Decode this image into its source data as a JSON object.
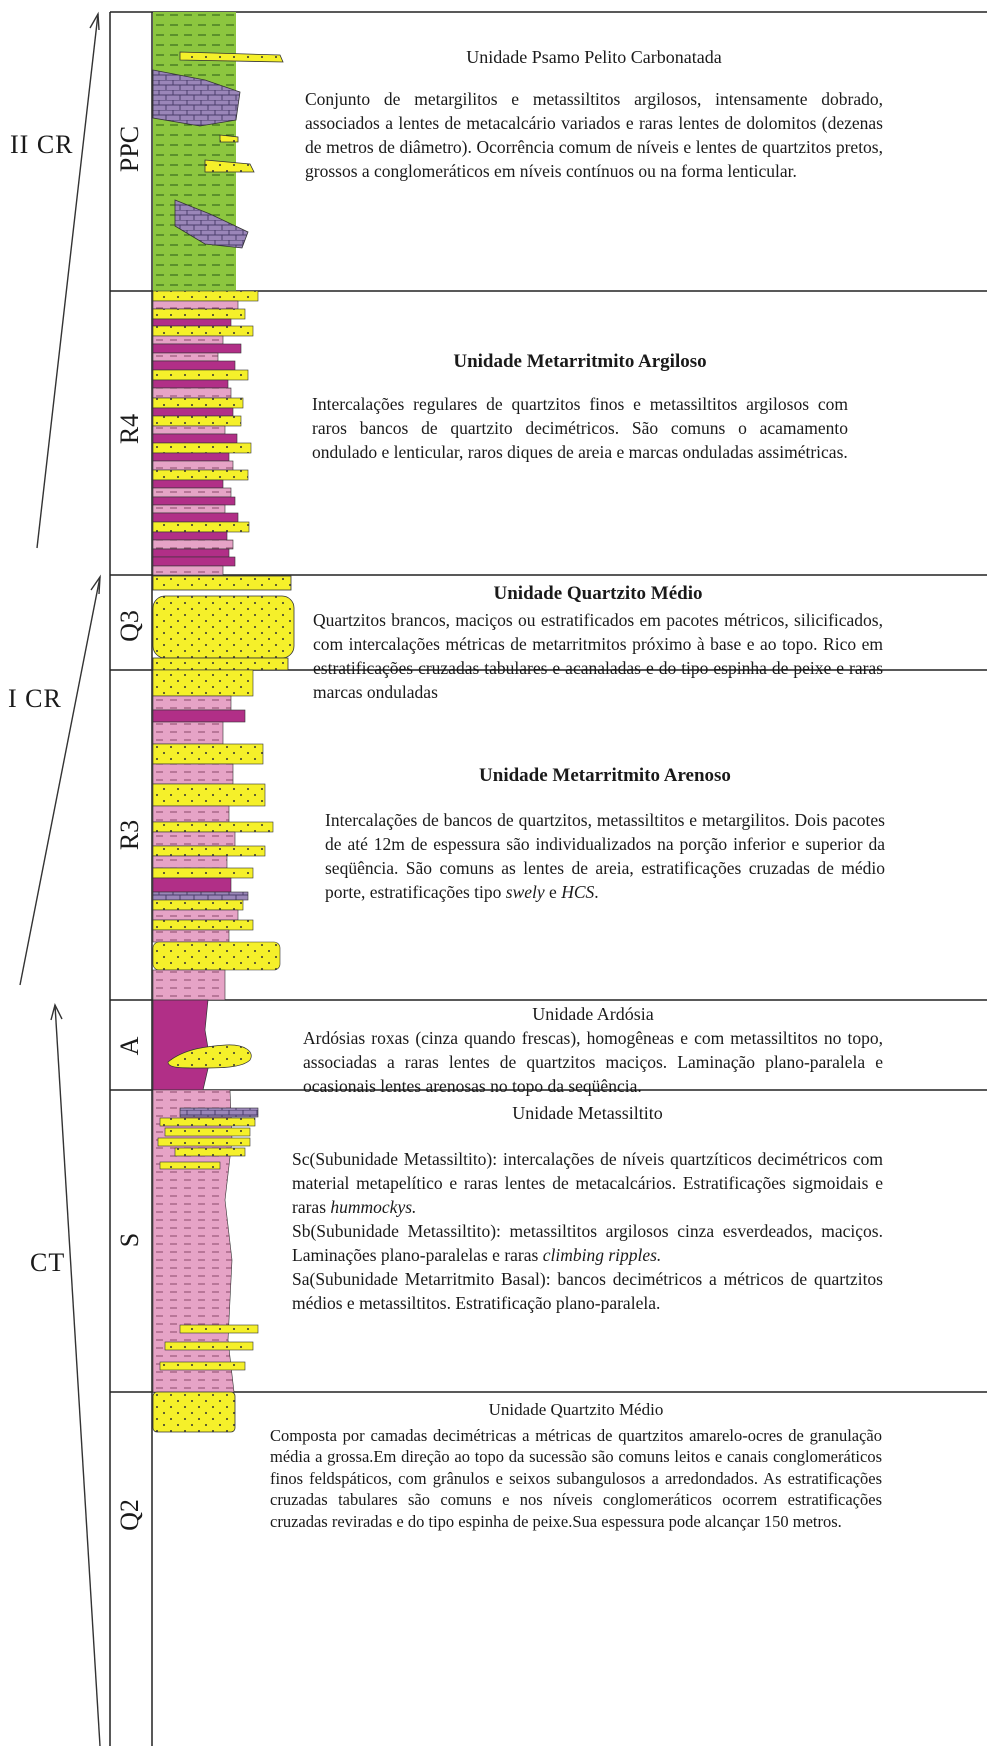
{
  "colors": {
    "green": "#8cc63f",
    "purple": "#9a86b8",
    "yellow": "#f5f02a",
    "magenta": "#b12f87",
    "pink": "#e6a3c6",
    "line": "#222222"
  },
  "cycles": [
    {
      "label": "II CR"
    },
    {
      "label": "I CR"
    },
    {
      "label": "CT"
    }
  ],
  "units": [
    {
      "code": "PPC",
      "title": "Unidade Psamo Pelito Carbonatada",
      "paragraphs": [
        "Conjunto de metargilitos e metassiltitos argilosos, intensamente dobrado, associados a lentes de metacalcário variados e raras lentes de dolomitos (dezenas de metros de diâmetro). Ocorrência comum de níveis e lentes de quartzitos pretos, grossos a conglomeráticos em níveis contínuos ou na forma lenticular."
      ]
    },
    {
      "code": "R4",
      "title": "Unidade Metarritmito Argiloso",
      "paragraphs": [
        "Intercalações regulares de quartzitos finos e metassiltitos argilosos com raros bancos de quartzito decimétricos. São comuns o acamamento ondulado e lenticular, raros diques de areia e marcas onduladas assimétricas."
      ]
    },
    {
      "code": "Q3",
      "title": "Unidade Quartzito Médio",
      "paragraphs": [
        "Quartzitos brancos, maciços ou estratificados em pacotes métricos, silicificados, com intercalações métricas de metarritmitos próximo à base e ao topo. Rico em estratificações cruzadas tabulares e acanaladas e do tipo espinha de peixe e raras marcas onduladas"
      ]
    },
    {
      "code": "R3",
      "title": "Unidade Metarritmito Arenoso",
      "paragraphs": [
        "Intercalações de bancos de quartzitos, metassiltitos e metargilitos. Dois pacotes de até 12m de espessura são individualizados na porção inferior e superior da seqüência. São comuns as lentes de areia, estratificações cruzadas de médio porte, estratificações tipo"
      ],
      "tail_italic_1": "swely",
      "tail_plain": " e ",
      "tail_italic_2": "HCS",
      "tail_end": "."
    },
    {
      "code": "A",
      "title": "Unidade Ardósia",
      "paragraphs": [
        "Ardósias roxas (cinza quando frescas), homogêneas e com metassiltitos no topo, associadas a raras lentes de quartzitos maciços. Laminação plano-paralela e ocasionais lentes arenosas no topo da seqüência."
      ]
    },
    {
      "code": "S",
      "title": "Unidade Metassiltito",
      "sc": "Sc(Subunidade Metassiltito): intercalações de níveis quartzíticos decimétricos com material metapelítico e raras lentes de metacalcários. Estratificações sigmoidais e raras ",
      "sc_italic": "hummockys.",
      "sb": "Sb(Subunidade Metassiltito): metassiltitos argilosos cinza esverdeados, maciços. Laminações plano-paralelas e raras ",
      "sb_italic": "climbing ripples.",
      "sa": "Sa(Subunidade Metarritmito Basal): bancos decimétricos a métricos de quartzitos médios e metassiltitos. Estratificação plano-paralela."
    },
    {
      "code": "Q2",
      "title": "Unidade Quartzito Médio",
      "paragraphs": [
        "Composta por camadas decimétricas a métricas de quartzitos amarelo-ocres de granulação média a grossa.Em direção ao topo da sucessão são comuns leitos e canais conglomeráticos finos feldspáticos, com grânulos e seixos subangulosos a arredondados. As estratificações cruzadas tabulares são comuns e nos níveis conglomeráticos ocorrem estratificações cruzadas reviradas e do tipo espinha de peixe.Sua espessura pode alcançar 150 metros."
      ]
    }
  ]
}
